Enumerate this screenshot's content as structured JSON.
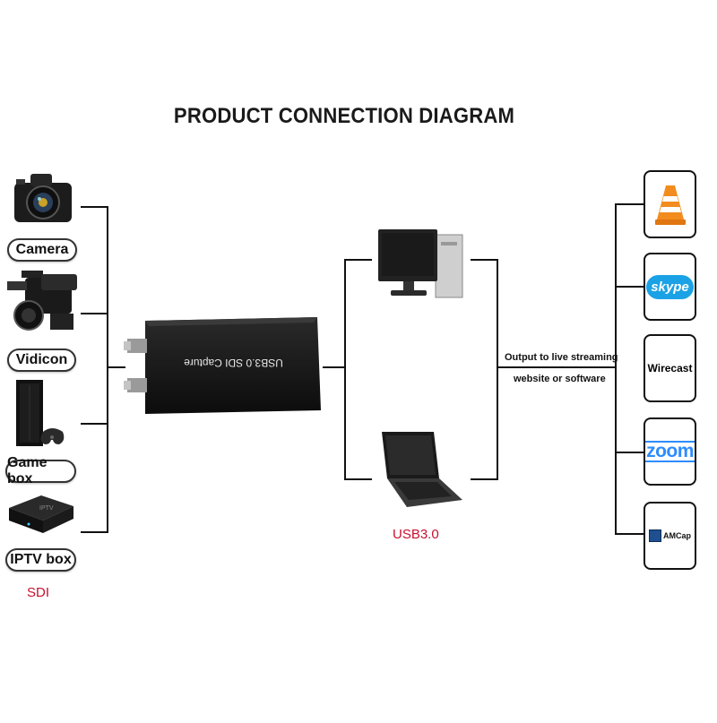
{
  "title": "PRODUCT CONNECTION DIAGRAM",
  "sources": [
    {
      "label": "Camera",
      "icon": "camera-icon"
    },
    {
      "label": "Vidicon",
      "icon": "camcorder-icon"
    },
    {
      "label": "Game box",
      "icon": "game-console-icon"
    },
    {
      "label": "IPTV box",
      "icon": "iptv-box-icon"
    }
  ],
  "sdi_label": "SDI",
  "capture_device": {
    "label": "USB3.0 SDI Capture",
    "icon": "capture-device-icon"
  },
  "usb_label": "USB3.0",
  "computers": [
    {
      "icon": "desktop-computer-icon"
    },
    {
      "icon": "laptop-icon"
    }
  ],
  "output_text": {
    "line1": "Output to live streaming",
    "line2": "website or software"
  },
  "apps": [
    {
      "name": "vlc",
      "icon": "vlc-icon"
    },
    {
      "name": "skype",
      "label": "skype",
      "icon": "skype-icon"
    },
    {
      "name": "wirecast",
      "label": "Wirecast"
    },
    {
      "name": "zoom",
      "label": "zoom",
      "icon": "zoom-icon"
    },
    {
      "name": "amcap",
      "label": "AMCap",
      "icon": "amcap-icon"
    }
  ],
  "colors": {
    "accent_red": "#c8102e",
    "line": "#111111",
    "skype_blue": "#1ba2e6",
    "zoom_blue": "#2d8cff",
    "vlc_orange": "#f28c1e"
  }
}
